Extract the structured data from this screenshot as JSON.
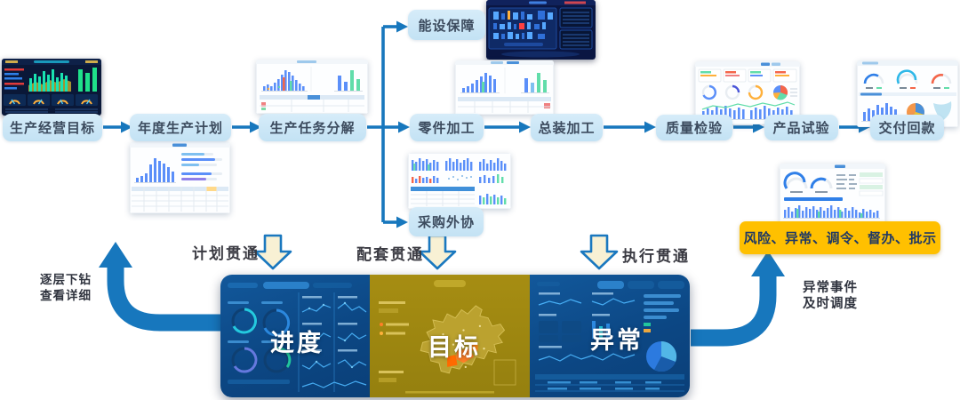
{
  "flow": {
    "boxes": [
      {
        "label": "生产经营目标"
      },
      {
        "label": "年度生产计划"
      },
      {
        "label": "生产任务分解"
      },
      {
        "label": "能设保障"
      },
      {
        "label": "零件加工"
      },
      {
        "label": "总装加工"
      },
      {
        "label": "质量检验"
      },
      {
        "label": "产品试验"
      },
      {
        "label": "交付回款"
      },
      {
        "label": "采购外协"
      }
    ]
  },
  "phase_labels": {
    "plan": "计划贯通",
    "support": "配套贯通",
    "execute": "执行贯通"
  },
  "notes": {
    "left_line1": "逐层下钻",
    "left_line2": "查看详细",
    "right_line1": "异常事件",
    "right_line2": "及时调度"
  },
  "alert_box": {
    "label": "风险、异常、调令、督办、批示"
  },
  "dashboard": {
    "sections": [
      {
        "label": "进度"
      },
      {
        "label": "目标"
      },
      {
        "label": "异常"
      }
    ]
  },
  "colors": {
    "connector_blue": "#1777bd",
    "box_fill": "#c9e4f6",
    "box_text": "#3c4b5e",
    "alert_fill": "#ffc000",
    "alert_text": "#1f3864",
    "block_arrow_fill": "#f8f1d4",
    "panel_blue": "#0c4784",
    "panel_olive": "#9c8610",
    "highlight_orange": "#ff7f27"
  }
}
